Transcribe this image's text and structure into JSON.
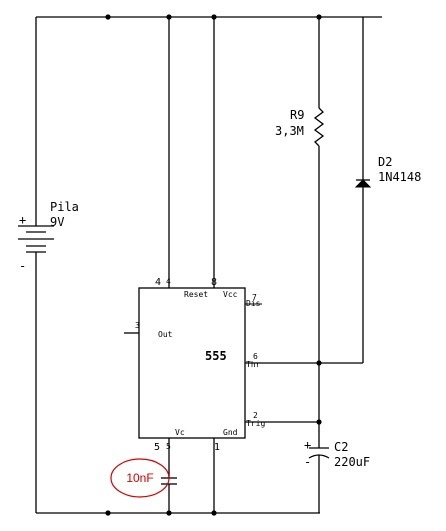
{
  "battery": {
    "name": "Pila",
    "value": "9V",
    "plus": "+",
    "minus": "-"
  },
  "resistor": {
    "name": "R9",
    "value": "3,3M"
  },
  "diode": {
    "name": "D2",
    "value": "1N4148"
  },
  "capacitor_c2": {
    "name": "C2",
    "value": "220uF",
    "plus": "+",
    "minus": "-"
  },
  "ic": {
    "name": "555",
    "pins": {
      "reset": {
        "number": "4",
        "label": "Reset"
      },
      "vcc": {
        "number": "8",
        "label": "Vcc"
      },
      "dis": {
        "number": "7",
        "label": "Dis"
      },
      "out": {
        "number": "3",
        "label": "Out"
      },
      "thr": {
        "number": "6",
        "label": "Thr"
      },
      "trig": {
        "number": "2",
        "label": "Trig"
      },
      "vc": {
        "number": "5",
        "label": "Vc"
      },
      "gnd": {
        "number": "1",
        "label": "Gnd"
      }
    }
  },
  "vc_capacitor": {
    "value": "10nF",
    "annotation_color": "#d40000"
  }
}
